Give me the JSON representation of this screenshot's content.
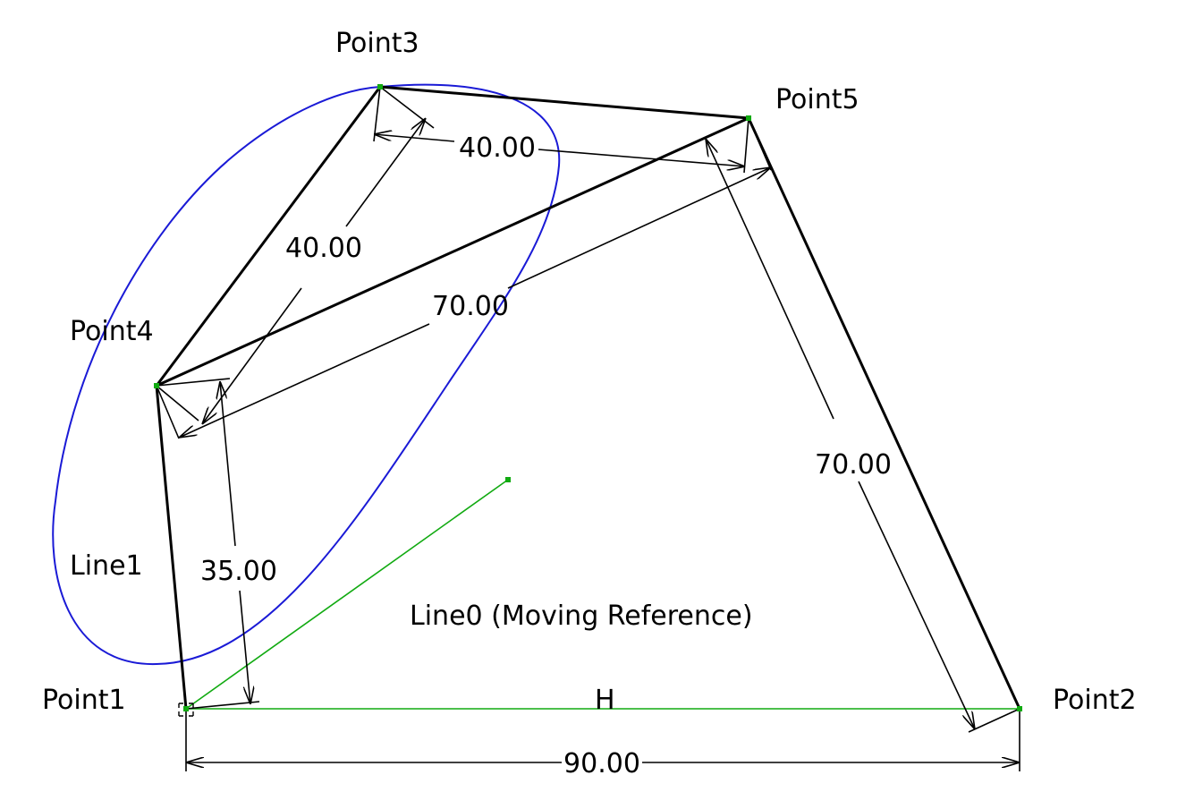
{
  "points": {
    "p1": "Point1",
    "p2": "Point2",
    "p3": "Point3",
    "p4": "Point4",
    "p5": "Point5"
  },
  "lines": {
    "line1": "Line1",
    "line0": "Line0 (Moving Reference)",
    "h": "H"
  },
  "dimensions": {
    "d_p1_p2": "90.00",
    "d_p1_p4": "35.00",
    "d_p4_p3": "40.00",
    "d_p3_p5": "40.00",
    "d_p4_p5": "70.00",
    "d_p5_p2": "70.00"
  },
  "colors": {
    "links": "#000000",
    "reference": "#11aa11",
    "coupler_curve": "#1a1ad6"
  }
}
